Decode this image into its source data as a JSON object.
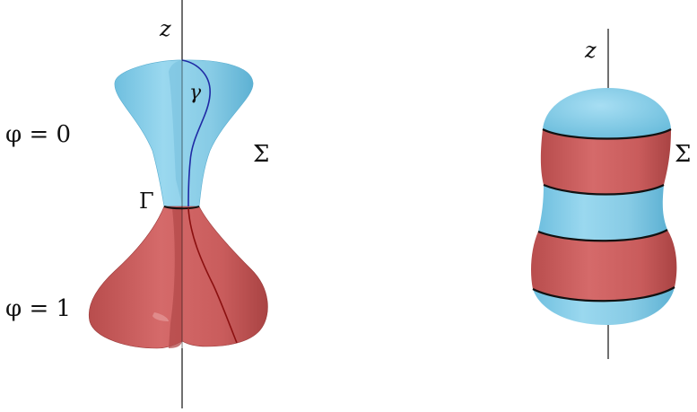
{
  "colors": {
    "phase_0": "#8fd0ea",
    "phase_1": "#c95c5c",
    "phase_0_curve": "#1f2aa5",
    "phase_1_curve": "#8b1010",
    "boundary": "#111111",
    "axis": "#111111"
  },
  "left_figure": {
    "axis_label": "z",
    "upper_phase_label": "φ = 0",
    "lower_phase_label": "φ = 1",
    "interface_label": "Γ",
    "curve_label": "γ",
    "surface_label": "Σ"
  },
  "right_figure": {
    "axis_label": "z",
    "surface_label": "Σ"
  }
}
